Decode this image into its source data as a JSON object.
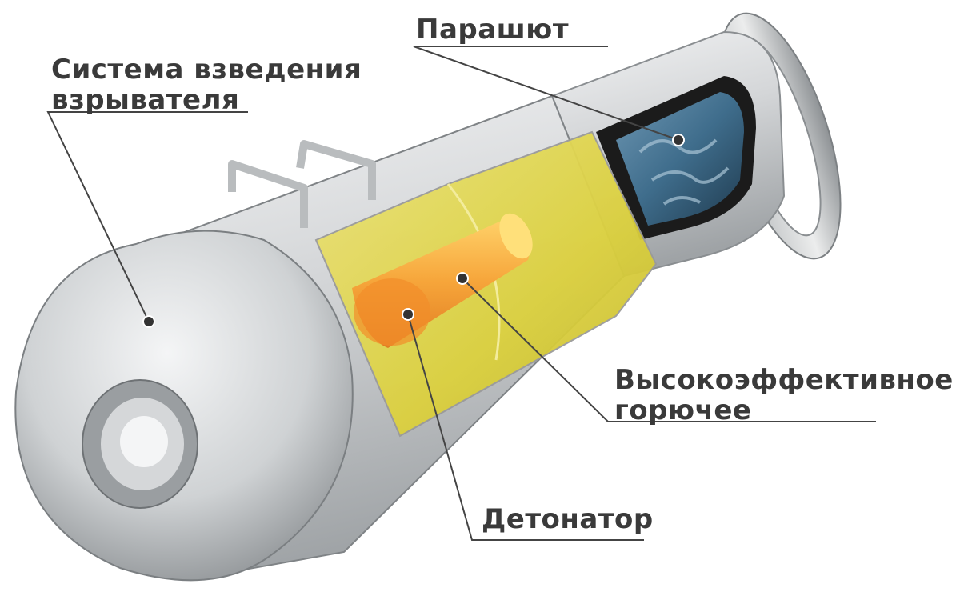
{
  "diagram": {
    "parts": [
      {
        "id": "fuze",
        "lines": [
          "Система взведения",
          "взрывателя"
        ]
      },
      {
        "id": "parachute",
        "lines": [
          "Парашют"
        ]
      },
      {
        "id": "fuel",
        "lines": [
          "Высокоэффективное",
          "горючее"
        ]
      },
      {
        "id": "detonator",
        "lines": [
          "Детонатор"
        ]
      }
    ]
  },
  "colors": {
    "body": "#d7d9db",
    "fuel": "#e6dc4a",
    "detonator": "#f5a23a",
    "parachute": "#3f6d8c",
    "label_text": "#3a3a3a",
    "leader_line": "#444444"
  }
}
